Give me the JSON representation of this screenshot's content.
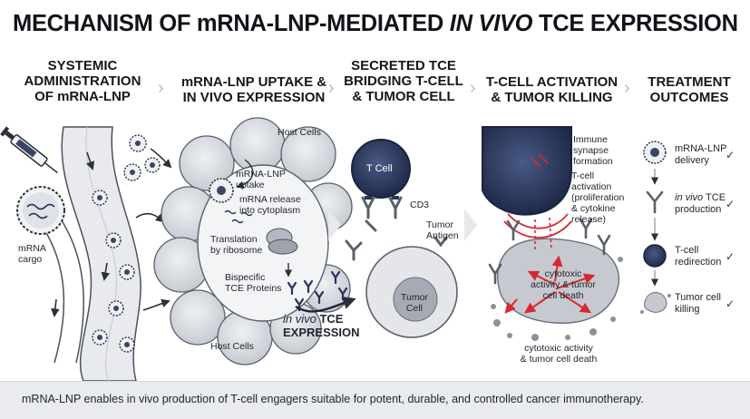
{
  "title": {
    "main": "MECHANISM OF mRNA-LNP-MEDIATED ",
    "italic": "IN VIVO",
    "end": " TCE EXPRESSION"
  },
  "columns": [
    {
      "lines": [
        "SYSTEMIC",
        "ADMINISTRATION",
        "OF mRNA-LNP"
      ]
    },
    {
      "lines": [
        "mRNA-LNP UPTAKE &",
        "IN VIVO EXPRESSION"
      ]
    },
    {
      "lines": [
        "SECRETED TCE",
        "BRIDGING T-CELL",
        "& TUMOR CELL"
      ]
    },
    {
      "lines": [
        "T-CELL ACTIVATION",
        "& TUMOR KILLING"
      ]
    },
    {
      "lines": [
        "TREATMENT",
        "OUTCOMES"
      ]
    }
  ],
  "panel1": {
    "cargo": [
      "mRNA",
      "cargo"
    ]
  },
  "panel2": {
    "host_cells_top": "Host Cells",
    "host_cells_bottom": "Host Cells",
    "uptake": [
      "mRNA-LNP",
      "uptake"
    ],
    "release": [
      "mRNA release",
      "into cytoplasm"
    ],
    "translation": [
      "Translation",
      "by ribosome"
    ],
    "bispecific": [
      "Bispecific",
      "TCE Proteins"
    ],
    "expression_italic": "in vivo",
    "expression_rest": " TCE",
    "expression_line2": "EXPRESSION"
  },
  "panel3": {
    "tcell": "T Cell",
    "cd3": "CD3",
    "antigen": [
      "Tumor",
      "Antigen"
    ],
    "tumor": [
      "Tumor",
      "Cell"
    ]
  },
  "panel4": {
    "synapse": [
      "Immune",
      "synapse",
      "formation"
    ],
    "activation": [
      "T-cell",
      "activation",
      "(proliferation",
      "& cytokine",
      "release)"
    ],
    "cytotoxic_in": [
      "cytotoxic",
      "activity & tumor",
      "cell death"
    ],
    "cytotoxic_out": [
      "cytotoxic activity",
      "& tumor cell death"
    ]
  },
  "outcomes": [
    {
      "lines": [
        "mRNA-LNP",
        "delivery"
      ],
      "icon": "lnp-icon"
    },
    {
      "italic": "in vivo",
      "rest": " TCE",
      "line2": "production",
      "icon": "antibody-icon"
    },
    {
      "lines": [
        "T-cell",
        "redirection"
      ],
      "icon": "tcell-icon"
    },
    {
      "lines": [
        "Tumor cell",
        "killing"
      ],
      "icon": "dead-cell-icon"
    }
  ],
  "check_mark": "✓",
  "chevron": "›",
  "footer": "mRNA-LNP enables in vivo production of T-cell engagers suitable for potent, durable, and controlled cancer immunotherapy.",
  "colors": {
    "navy": "#27355a",
    "gray_cell": "#c9ccd2",
    "tumor": "#b9bcc3",
    "red": "#d7282f",
    "footer_bg": "#e9ebef"
  }
}
